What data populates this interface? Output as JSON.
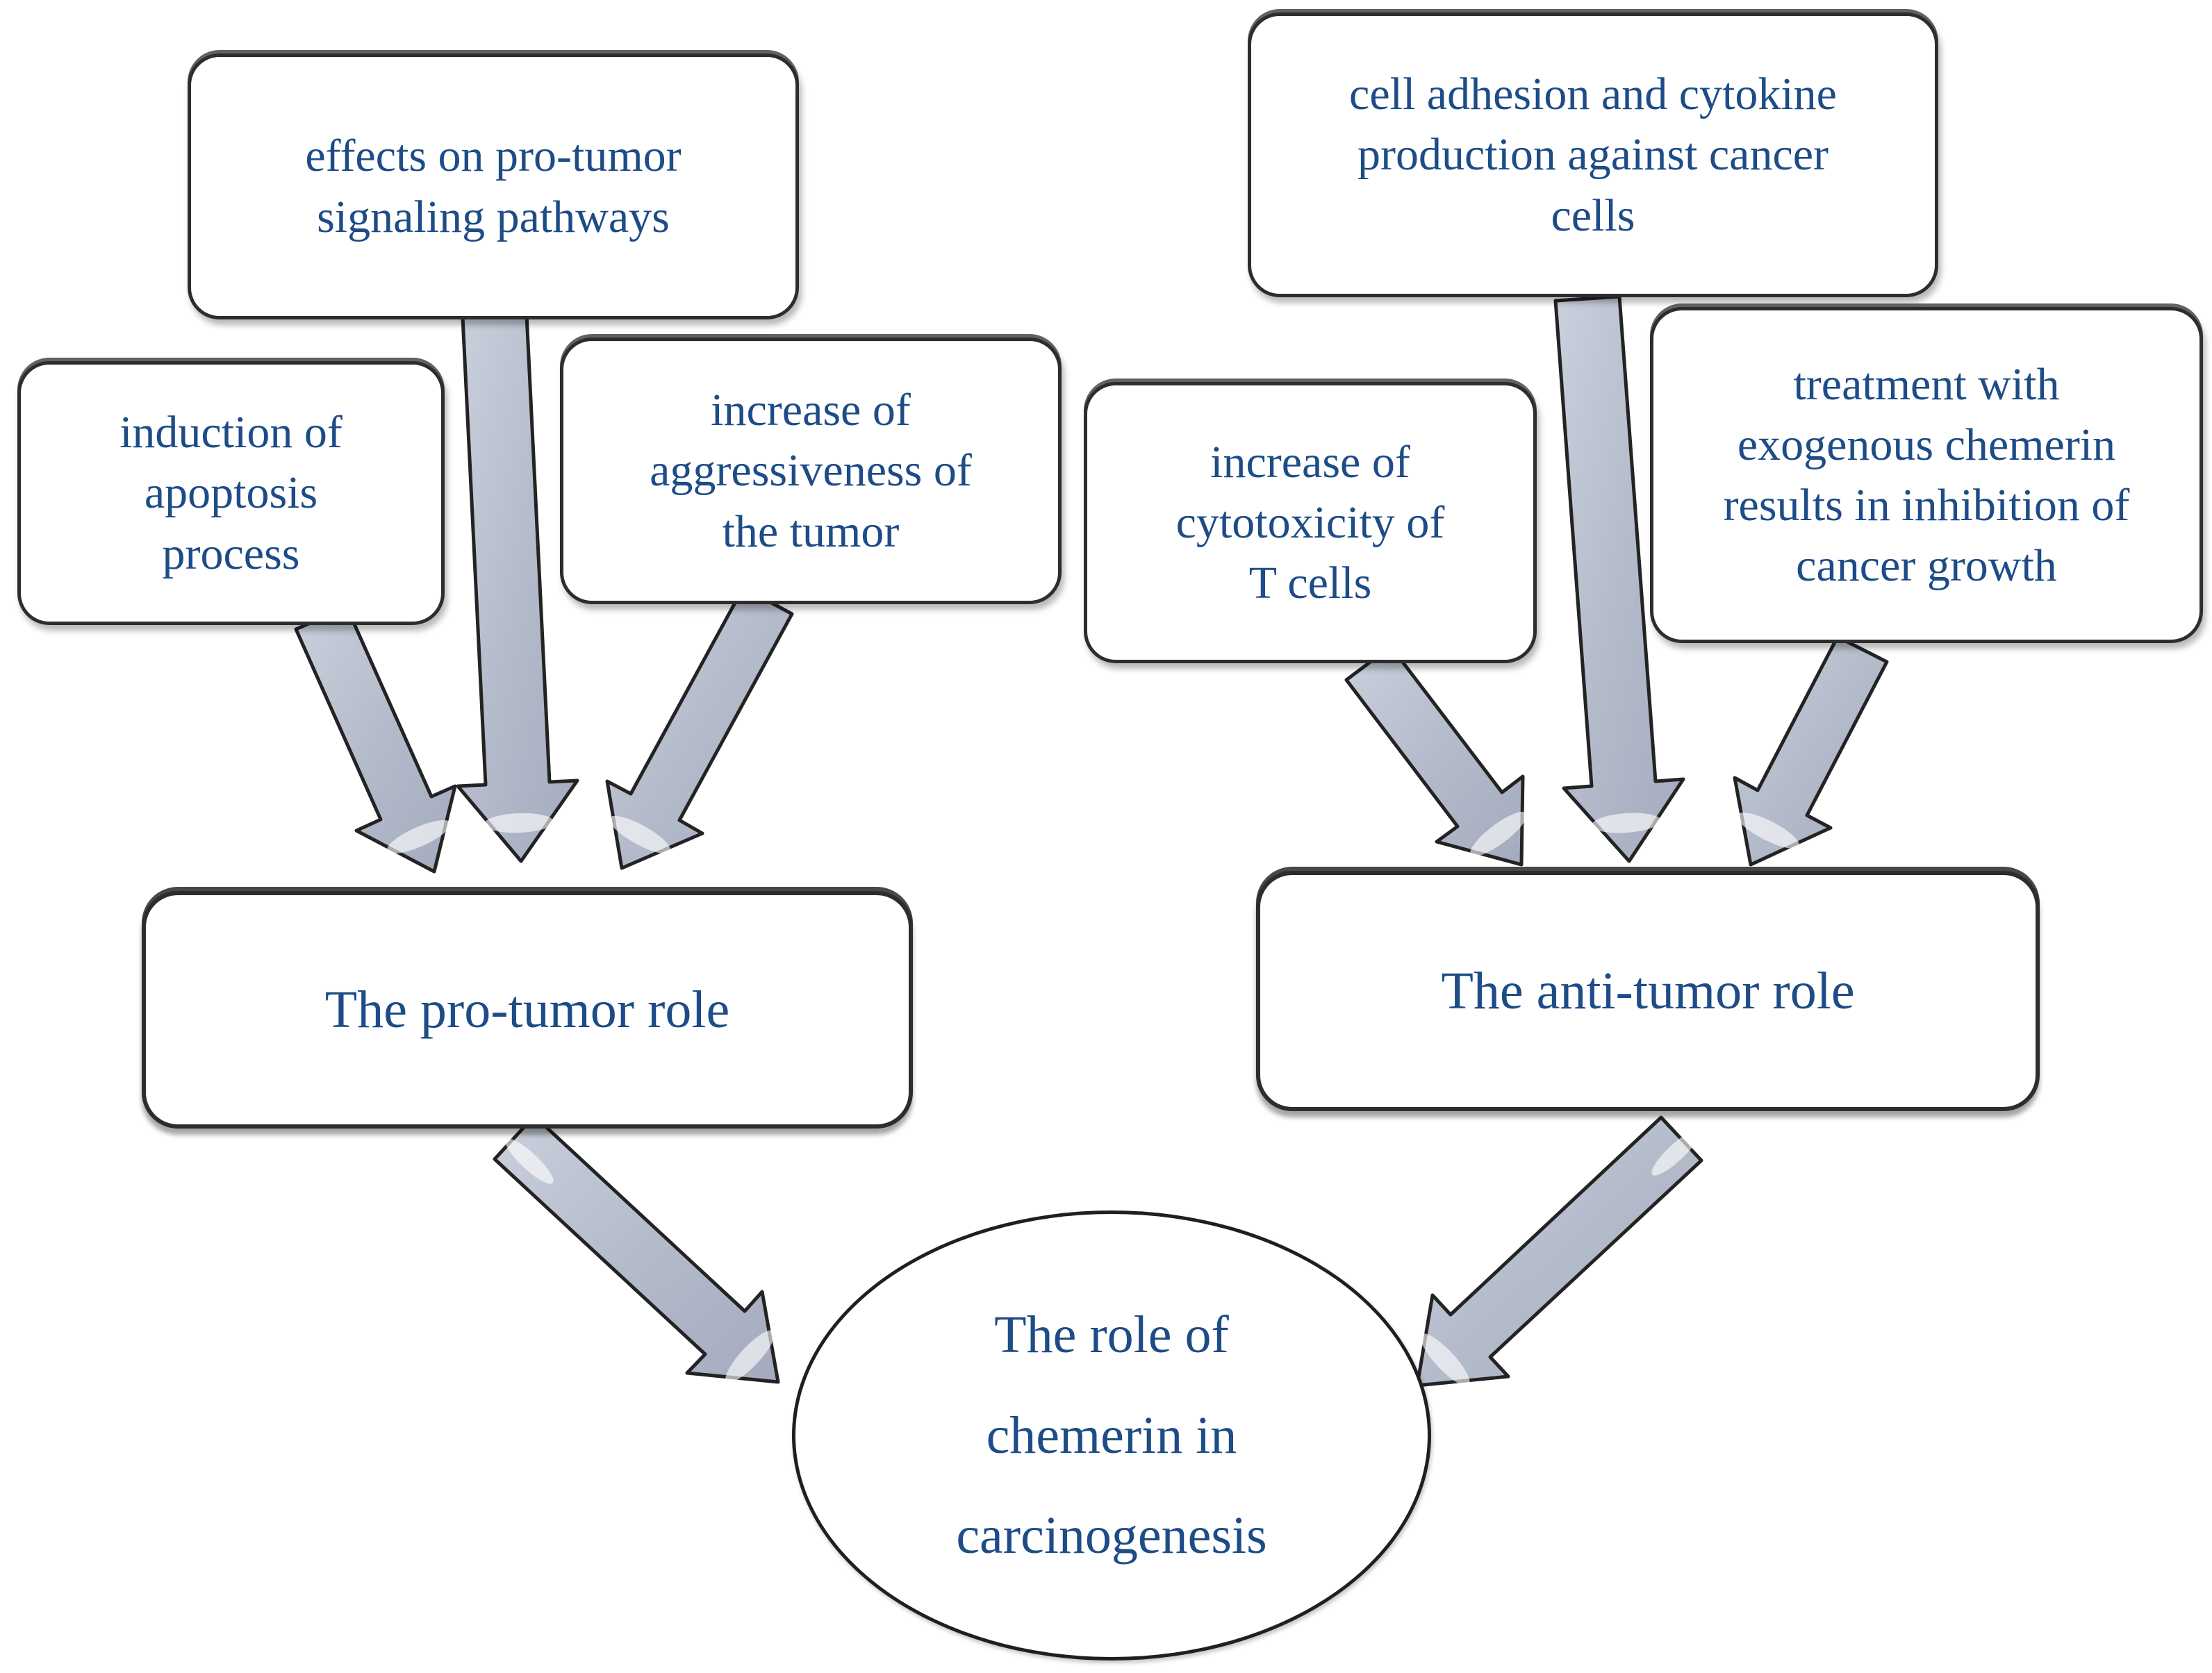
{
  "colors": {
    "text": "#1d4c87",
    "box_border": "#2d2d2d",
    "arrow_fill_light": "#cad0dc",
    "arrow_fill_dark": "#a4abbf",
    "arrow_outline": "#232323",
    "background": "#ffffff"
  },
  "left_branch": {
    "factors": [
      {
        "label": "effects on pro-tumor\nsignaling pathways"
      },
      {
        "label": "induction of\napoptosis\nprocess"
      },
      {
        "label": "increase of\naggressiveness of\nthe tumor"
      }
    ],
    "role_label": "The pro-tumor role"
  },
  "right_branch": {
    "factors": [
      {
        "label": "cell adhesion and cytokine\nproduction against cancer\ncells"
      },
      {
        "label": "increase of\ncytotoxicity of\nT cells"
      },
      {
        "label": "treatment with\nexogenous chemerin\nresults in inhibition of\ncancer growth"
      }
    ],
    "role_label": "The anti-tumor role"
  },
  "center": {
    "label": "The role of\nchemerin in\ncarcinogenesis"
  },
  "connections": [
    {
      "from": "effects on pro-tumor signaling pathways",
      "to": "The pro-tumor role"
    },
    {
      "from": "induction of apoptosis process",
      "to": "The pro-tumor role"
    },
    {
      "from": "increase of aggressiveness of the tumor",
      "to": "The pro-tumor role"
    },
    {
      "from": "cell adhesion and cytokine production against cancer cells",
      "to": "The anti-tumor role"
    },
    {
      "from": "increase of cytotoxicity of T cells",
      "to": "The anti-tumor role"
    },
    {
      "from": "treatment with exogenous chemerin results in inhibition of cancer growth",
      "to": "The anti-tumor role"
    },
    {
      "from": "The pro-tumor role",
      "to": "The role of chemerin in carcinogenesis"
    },
    {
      "from": "The anti-tumor role",
      "to": "The role of chemerin in carcinogenesis"
    }
  ]
}
